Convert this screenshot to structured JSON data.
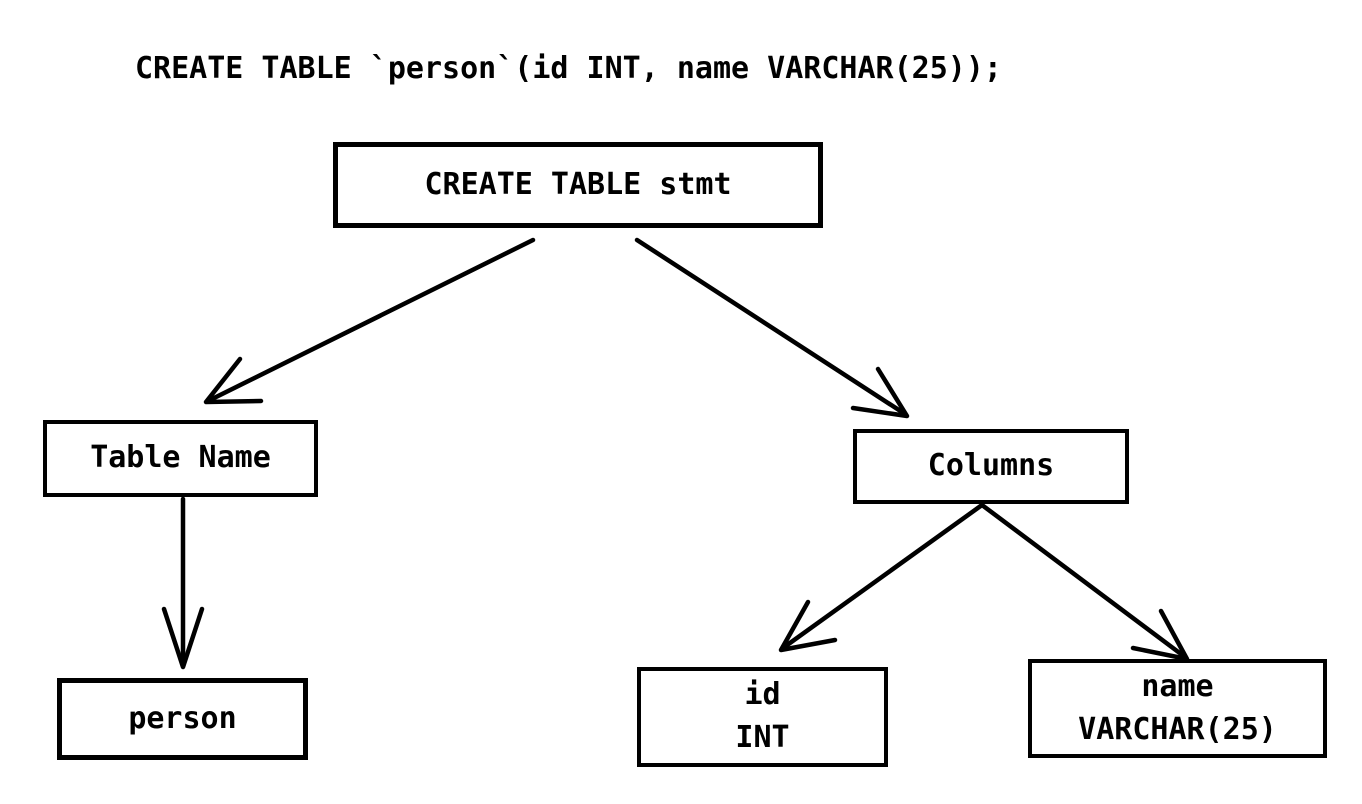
{
  "page": {
    "background_color": "#ffffff",
    "ink_color": "#000000"
  },
  "code_line": "CREATE TABLE `person`(id INT, name VARCHAR(25));",
  "tree": {
    "root": {
      "label": "CREATE TABLE stmt"
    },
    "table_name": {
      "label": "Table Name"
    },
    "columns": {
      "label": "Columns"
    },
    "person": {
      "label": "person"
    },
    "id_column": {
      "name": "id",
      "type": "INT"
    },
    "name_column": {
      "name": "name",
      "type": "VARCHAR(25)"
    }
  },
  "edges": [
    {
      "from": "root",
      "to": "table_name"
    },
    {
      "from": "root",
      "to": "columns"
    },
    {
      "from": "table_name",
      "to": "person"
    },
    {
      "from": "columns",
      "to": "id_column"
    },
    {
      "from": "columns",
      "to": "name_column"
    }
  ]
}
